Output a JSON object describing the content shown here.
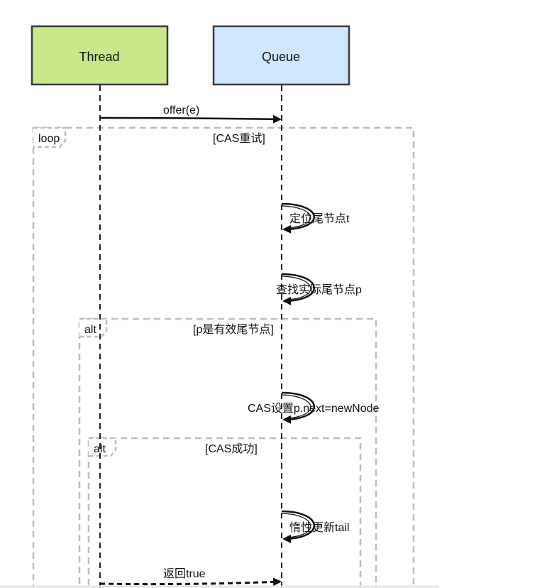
{
  "actors": [
    {
      "name": "Thread",
      "fill": "#c8e88a",
      "stroke": "#3a3a3a"
    },
    {
      "name": "Queue",
      "fill": "#cfe6ff",
      "stroke": "#3a3a3a"
    }
  ],
  "frames": [
    {
      "kind": "loop",
      "guard": "[CAS重试]"
    },
    {
      "kind": "alt",
      "guard": "[p是有效尾节点]"
    },
    {
      "kind": "alt",
      "guard": "[CAS成功]"
    }
  ],
  "messages": [
    {
      "label": "offer(e)",
      "from": "Thread",
      "to": "Queue",
      "style": "solid"
    },
    {
      "label": "定位尾节点t",
      "from": "Queue",
      "to": "Queue",
      "style": "self"
    },
    {
      "label": "查找实际尾节点p",
      "from": "Queue",
      "to": "Queue",
      "style": "self"
    },
    {
      "label": "CAS设置p.next=newNode",
      "from": "Queue",
      "to": "Queue",
      "style": "self"
    },
    {
      "label": "惰性更新tail",
      "from": "Queue",
      "to": "Queue",
      "style": "self"
    },
    {
      "label": "返回true",
      "from": "Thread",
      "to": "Queue",
      "style": "dashed"
    }
  ],
  "colors": {
    "frame_stroke": "#bdbdbd",
    "lifeline": "#222222",
    "arrow": "#111111"
  }
}
